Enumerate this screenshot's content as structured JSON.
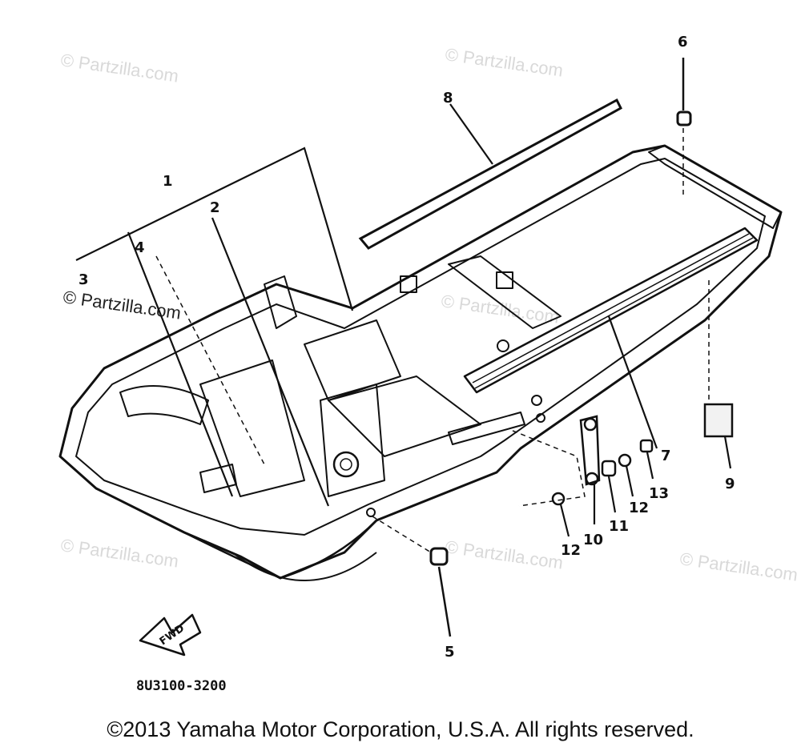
{
  "watermarks": [
    "© Partzilla.com",
    "© Partzilla.com",
    "© Partzilla.com",
    "© Partzilla.com",
    "© Partzilla.com",
    "© Partzilla.com",
    "© Partzilla.com"
  ],
  "callouts": [
    "1",
    "2",
    "3",
    "4",
    "5",
    "6",
    "7",
    "8",
    "9",
    "10",
    "11",
    "12",
    "12",
    "13"
  ],
  "fwd_label": "FWD",
  "part_code": "8U3100-3200",
  "copyright": "©2013 Yamaha Motor Corporation, U.S.A. All rights reserved."
}
